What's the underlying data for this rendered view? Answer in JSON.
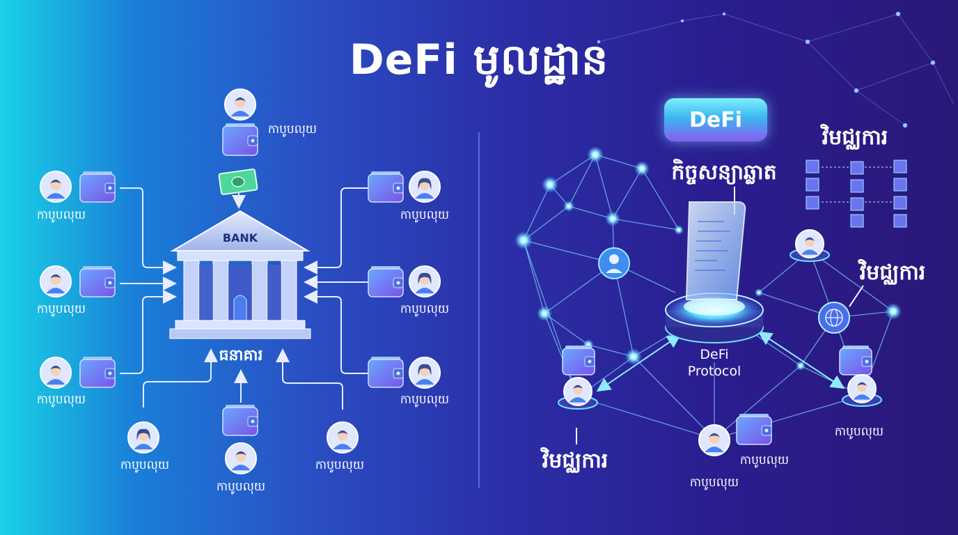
{
  "title": "DeFi មូលដ្ឋាន",
  "colors": {
    "wallet": "#5a7ef0",
    "avatar_bg": "#d9e4ff",
    "glow": "#6fe3ff",
    "bank": "#c8d4f5"
  },
  "traditional": {
    "bank_sign": "BANK",
    "bank_label": "ធនាគារ",
    "money_icon": "banknote-icon",
    "users": [
      {
        "label": "កាបូបលុយ"
      },
      {
        "label": "កាបូបលុយ"
      },
      {
        "label": "កាបូបលុយ"
      },
      {
        "label": "កាបូបលុយ"
      },
      {
        "label": "កាបូបលុយ"
      },
      {
        "label": "កាបូបលុយ"
      },
      {
        "label": "កាបូបលុយ"
      },
      {
        "label": "កាបូបលុយ"
      },
      {
        "label": "កាបូបលុយ"
      },
      {
        "label": "កាបូបលុយ"
      }
    ]
  },
  "defi": {
    "badge": "DeFi",
    "smart_contract": "កិច្ចសន្យាឆ្លាត",
    "protocol_line1": "DeFi",
    "protocol_line2": "Protocol",
    "blockchain_label": "វិមជ្ឈការ",
    "decentral_label_right": "វិមជ្ឈការ",
    "decentral_label_bottom": "វិមជ្ឈការ",
    "wallet_bottom": "កាបូបលុយ",
    "wallet_bottom_user": "កាបូបលុយ",
    "wallet_right": "កាបូបលុយ"
  }
}
